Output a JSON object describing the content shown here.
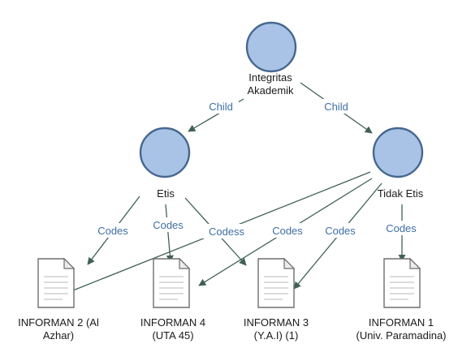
{
  "nodes": {
    "integritas": {
      "label_lines": [
        "Integritas",
        "Akademik"
      ],
      "icon": "circle-code-icon"
    },
    "etis": {
      "label_lines": [
        "Etis"
      ],
      "icon": "circle-code-icon"
    },
    "tidak_etis": {
      "label_lines": [
        "Tidak Etis"
      ],
      "icon": "circle-code-icon"
    },
    "informan2": {
      "label_lines": [
        "INFORMAN 2 (Al",
        "Azhar)"
      ],
      "icon": "document-icon"
    },
    "informan4": {
      "label_lines": [
        "INFORMAN 4",
        "(UTA 45)"
      ],
      "icon": "document-icon"
    },
    "informan3": {
      "label_lines": [
        "INFORMAN 3",
        "(Y.A.I) (1)"
      ],
      "icon": "document-icon"
    },
    "informan1": {
      "label_lines": [
        "INFORMAN 1",
        "(Univ. Paramadina)"
      ],
      "icon": "document-icon"
    }
  },
  "edges": {
    "child_etis": "Child",
    "child_tidak": "Child",
    "etis_inf2": "Codes",
    "etis_inf4": "Codes",
    "etis_inf3": "Codess",
    "tidak_inf4": "Codes",
    "tidak_inf3": "Codes",
    "tidak_inf1": "Codes"
  },
  "colors": {
    "node_fill": "#a9c3e6",
    "node_stroke": "#46678f",
    "edge": "#3f6156",
    "edge_label": "#3f6fa6"
  }
}
